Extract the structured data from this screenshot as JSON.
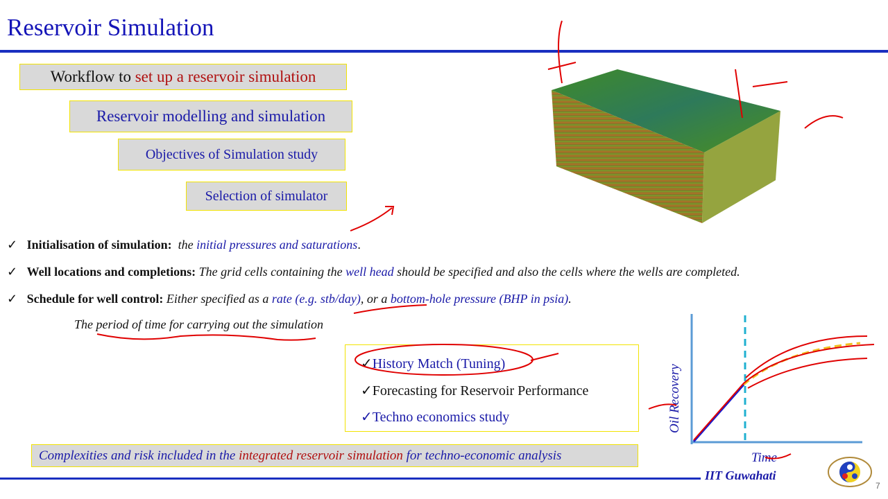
{
  "header": {
    "title": "Reservoir Simulation"
  },
  "workflow": {
    "box1_prefix": "Workflow to ",
    "box1_highlight": "set up a reservoir simulation",
    "box2": "Reservoir modelling and simulation",
    "box3": "Objectives of Simulation study",
    "box4": "Selection of simulator"
  },
  "bullets": [
    {
      "check": "✓",
      "label": "Initialisation of simulation:",
      "parts": [
        "the ",
        "initial pressures and saturations",
        "."
      ]
    },
    {
      "check": "✓",
      "label": "Well locations and completions:",
      "parts": [
        "The grid cells containing the ",
        "well head",
        " should be specified and also the cells where the wells are completed."
      ]
    },
    {
      "check": "✓",
      "label": "Schedule for well control:",
      "parts": [
        "Either specified as a ",
        "rate (e.g. stb/day)",
        ", or a ",
        "bottom-hole pressure (BHP in psia)",
        "."
      ]
    }
  ],
  "period_text": "The period of time for carrying out the simulation",
  "options": [
    {
      "check": "✓",
      "label": "History Match (Tuning)",
      "color": "#1a1aa8"
    },
    {
      "check": "✓",
      "label": "Forecasting for Reservoir Performance",
      "color": "#111111"
    },
    {
      "check": "✓",
      "label": "Techno economics study",
      "color": "#1a1aa8"
    }
  ],
  "bottom_note": {
    "prefix": "Complexities and risk included in the ",
    "highlight": "integrated reservoir simulation",
    "suffix": " for techno-economic analysis"
  },
  "graph": {
    "ylabel": "Oil Recovery",
    "xlabel": "Time"
  },
  "footer": {
    "institute": "IIT Guwahati",
    "page": "7"
  },
  "colors": {
    "title_blue": "#1515b8",
    "text_blue": "#1a1aa8",
    "highlight_red": "#b01010",
    "box_border": "#f2e300",
    "box_fill": "#d9d9d9",
    "ink": "#e00000"
  }
}
